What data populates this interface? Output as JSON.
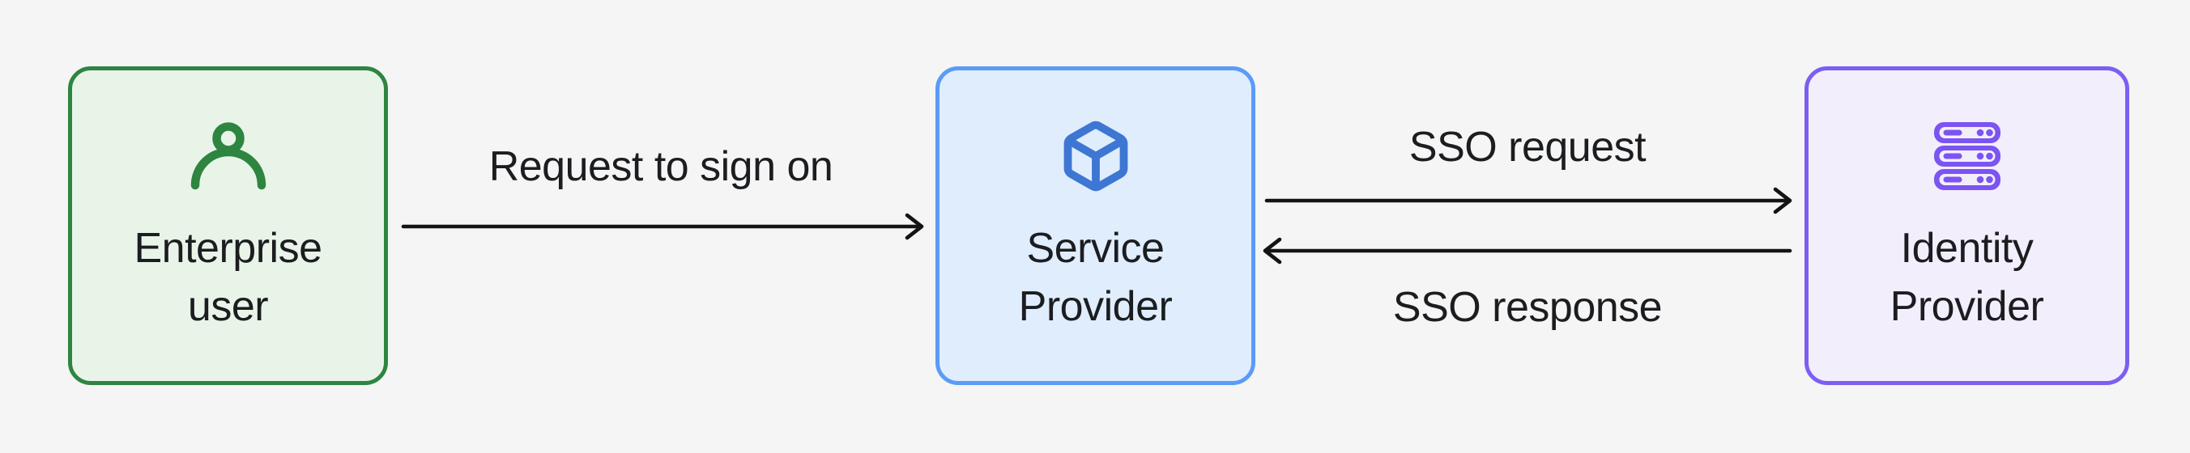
{
  "canvas": {
    "background_color": "#f4f5f4",
    "text_color": "#1b1d20",
    "arrow_color": "#141414"
  },
  "nodes": [
    {
      "id": "enterprise-user",
      "label": "Enterprise user",
      "icon": "user-icon",
      "colors": {
        "fill": "#e9f4e9",
        "border": "#2e8540",
        "icon": "#2e8540"
      }
    },
    {
      "id": "service-provider",
      "label": "Service Provider",
      "icon": "cube-icon",
      "colors": {
        "fill": "#e0edfd",
        "border": "#5b9bf7",
        "icon": "#3e76d3"
      }
    },
    {
      "id": "identity-provider",
      "label": "Identity Provider",
      "icon": "server-icon",
      "colors": {
        "fill": "#f3eefb",
        "border": "#7d5ef2",
        "icon": "#7b54f1"
      }
    }
  ],
  "edges": [
    {
      "id": "request-to-sign-on",
      "label": "Request to sign on",
      "from": "Enterprise user",
      "to": "Service Provider",
      "direction": "right"
    },
    {
      "id": "sso-request",
      "label": "SSO request",
      "from": "Service Provider",
      "to": "Identity Provider",
      "direction": "right"
    },
    {
      "id": "sso-response",
      "label": "SSO response",
      "from": "Identity Provider",
      "to": "Service Provider",
      "direction": "left"
    }
  ]
}
